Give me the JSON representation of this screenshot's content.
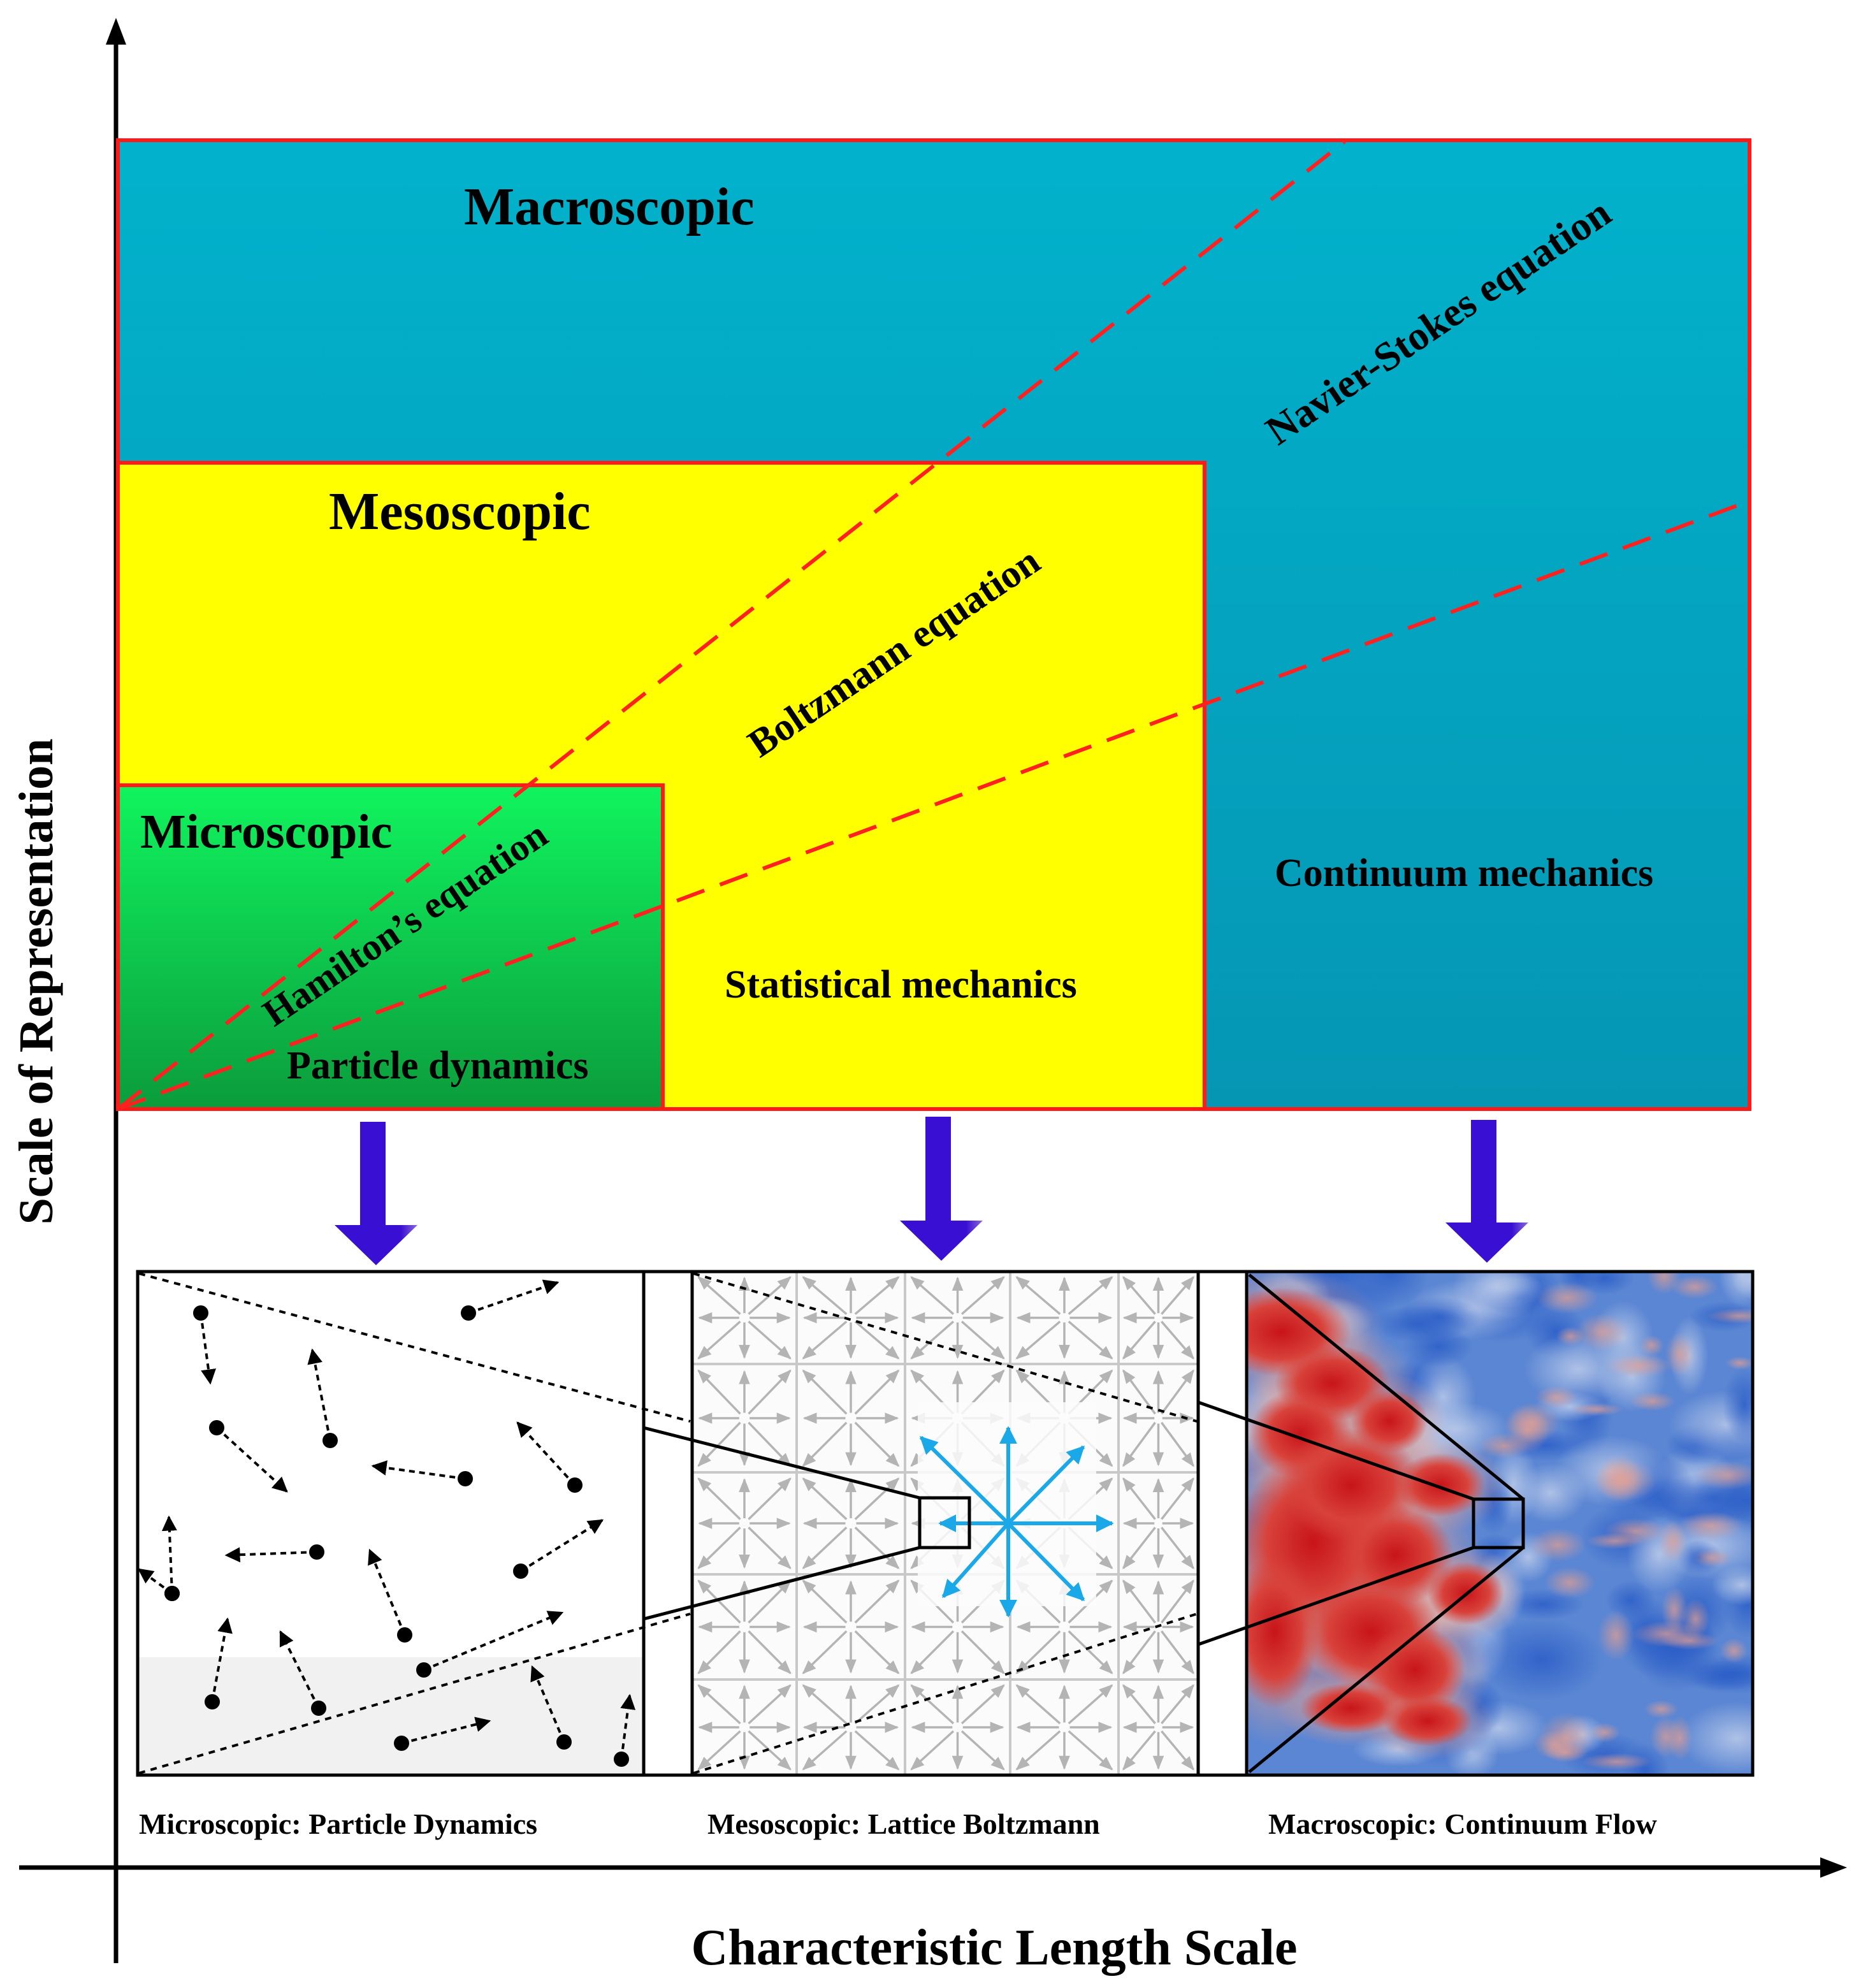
{
  "axes": {
    "y_label": "Scale of Representation",
    "x_label": "Characteristic Length Scale"
  },
  "regions": {
    "macroscopic": {
      "title": "Macroscopic",
      "equation": "Navier-Stokes equation",
      "method": "Continuum mechanics",
      "color": "#03a6c4"
    },
    "mesoscopic": {
      "title": "Mesoscopic",
      "equation": "Boltzmann equation",
      "method": "Statistical mechanics",
      "color": "#ffff00"
    },
    "microscopic": {
      "title": "Microscopic",
      "equation": "Hamilton’s equation",
      "method": "Particle dynamics",
      "color": "#12d655"
    }
  },
  "panels": [
    {
      "caption": "Microscopic: Particle Dynamics"
    },
    {
      "caption": "Mesoscopic: Lattice Boltzmann"
    },
    {
      "caption": "Macroscopic: Continuum Flow"
    }
  ],
  "colors": {
    "border": "#ff1a1a",
    "dashed_line": "#ff2020",
    "arrow": "#3b10d6",
    "lattice_arrow": "#1aa8e8"
  }
}
